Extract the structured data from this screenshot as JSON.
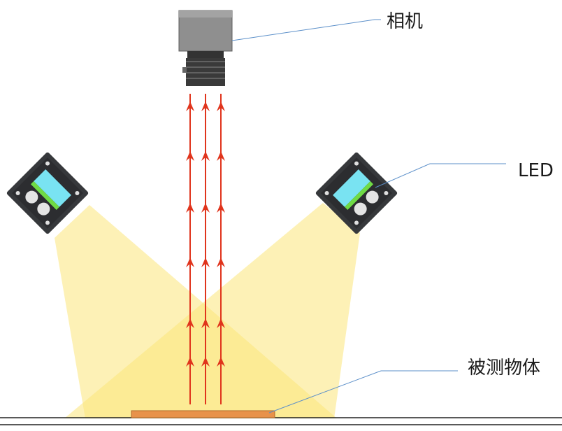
{
  "labels": {
    "camera": "相机",
    "led": "LED",
    "object": "被测物体"
  },
  "colors": {
    "light_beam": "#fbe57a",
    "light_core": "#f7d63a",
    "ray": "#e0341c",
    "object": "#e8924a",
    "camera_body": "#8f8f8f",
    "led_panel": "#36383b",
    "led_lens": "#79e3f2",
    "led_strip": "#6fdb45",
    "leader_line": "#5b8fc9"
  },
  "icons": {
    "camera": "industrial-camera-icon",
    "led": "led-light-source-icon",
    "ray": "up-arrow-ray"
  }
}
